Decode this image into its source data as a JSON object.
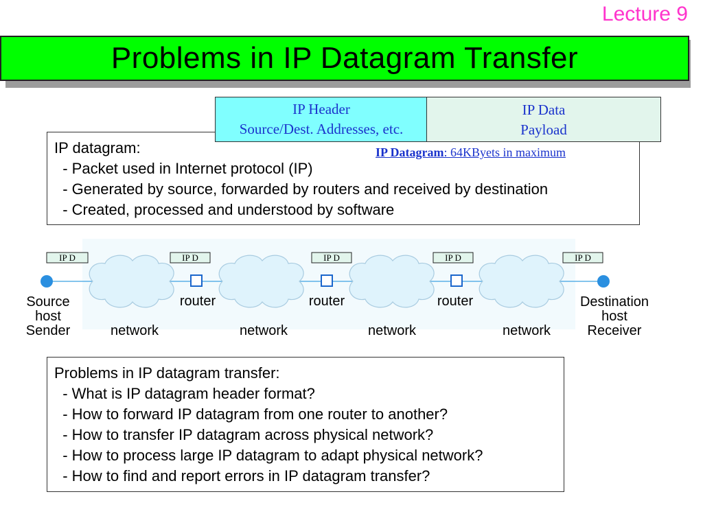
{
  "header": {
    "lecture": "Lecture 9",
    "title": "Problems in IP Datagram Transfer"
  },
  "datagram": {
    "header_cell": [
      "IP Header",
      "Source/Dest. Addresses, etc."
    ],
    "data_cell": [
      "IP Data",
      "Payload"
    ],
    "caption_bold": "IP Datagram",
    "caption_rest": ": 64KByets in maximum"
  },
  "description": {
    "lines": [
      "IP datagram:",
      "  - Packet used in Internet protocol (IP)",
      "  - Generated by source, forwarded by routers and received by destination",
      "  - Created, processed and understood by software"
    ]
  },
  "diagram": {
    "packet_tag": "IP D",
    "source_label": [
      "Source",
      "host",
      "Sender"
    ],
    "destination_label": [
      "Destination",
      "host",
      "Receiver"
    ],
    "router_label": "router",
    "network_label": "network"
  },
  "problems": {
    "lines": [
      "Problems in IP datagram transfer:",
      "  - What is IP datagram header format?",
      "  - How to forward IP datagram from one router to another?",
      "  - How to transfer IP datagram across physical network?",
      "  - How to process large IP datagram to adapt physical network?",
      "  - How to find and report errors in IP datagram transfer?"
    ]
  },
  "colors": {
    "title_bar": "#00ff00",
    "lecture_tag": "#ff33cc",
    "header_cell": "#80ffff",
    "data_cell": "#e2f5ec",
    "label_blue": "#1a33cc",
    "cloud_fill": "#dff3fc",
    "node": "#2a8fe0"
  }
}
